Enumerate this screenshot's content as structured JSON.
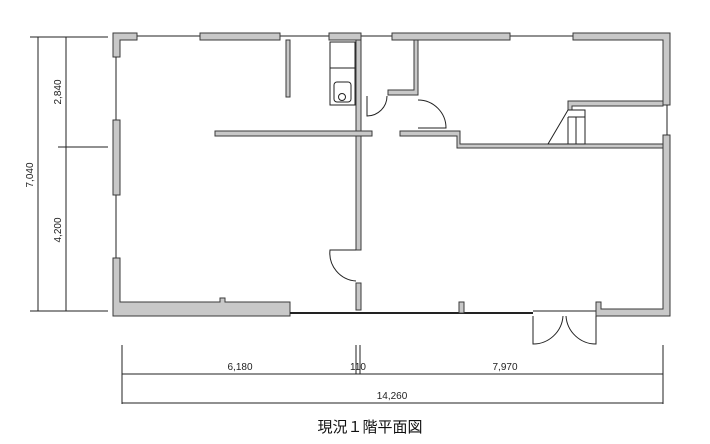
{
  "title": "現況１階平面図",
  "dimensions": {
    "vertical_total": "7,040",
    "vertical_upper": "2,840",
    "vertical_lower": "4,200",
    "horizontal_left": "6,180",
    "horizontal_middle": "110",
    "horizontal_right": "7,970",
    "horizontal_total": "14,260"
  },
  "colors": {
    "wall_fill": "#c8c8c8",
    "line": "#222222"
  }
}
